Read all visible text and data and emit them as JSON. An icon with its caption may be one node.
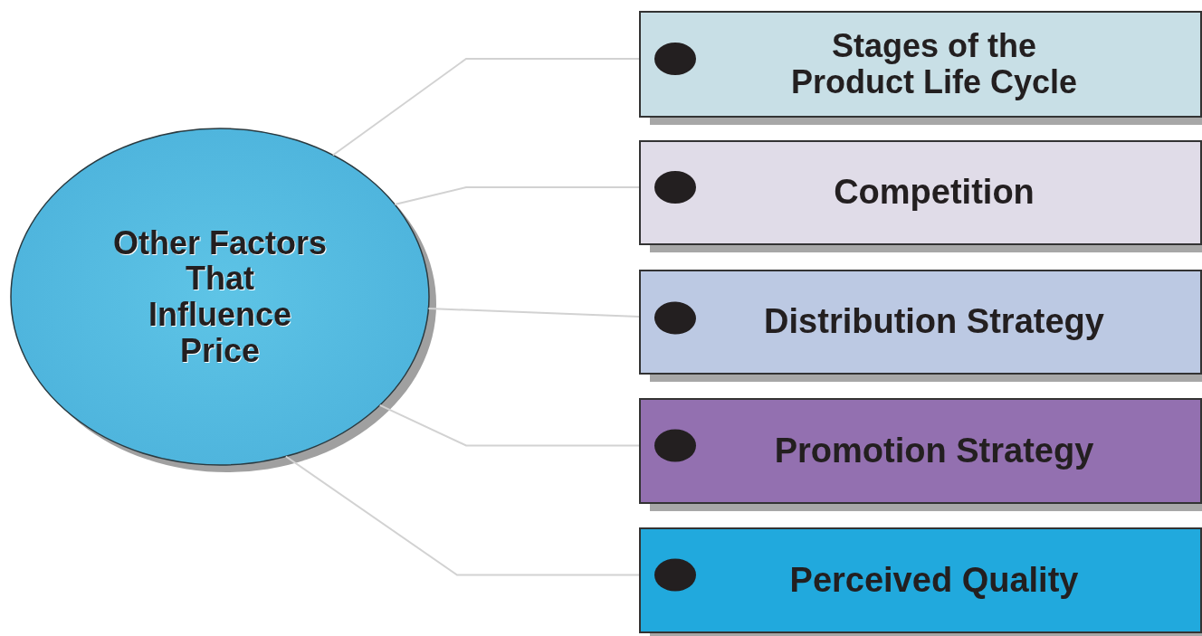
{
  "diagram": {
    "nodes": [
      {
        "text": [
          "Other Factors That Influence Price"
        ]
      },
      {
        "text": [
          "Stages of the Product Life Cycle"
        ]
      },
      {
        "text": [
          "Competition"
        ]
      },
      {
        "text": [
          "Distribution Strategy"
        ]
      },
      {
        "text": [
          "Promotion Strategy"
        ]
      },
      {
        "text": [
          "Perceived Quality"
        ]
      }
    ],
    "edges": [
      {
        "from": 0,
        "to": 1,
        "arrow": "other"
      },
      {
        "from": 0,
        "to": 2,
        "arrow": "other"
      },
      {
        "from": 0,
        "to": 3,
        "arrow": "other"
      },
      {
        "from": 0,
        "to": 4,
        "arrow": "other"
      },
      {
        "from": 0,
        "to": 5,
        "arrow": "other"
      }
    ]
  }
}
